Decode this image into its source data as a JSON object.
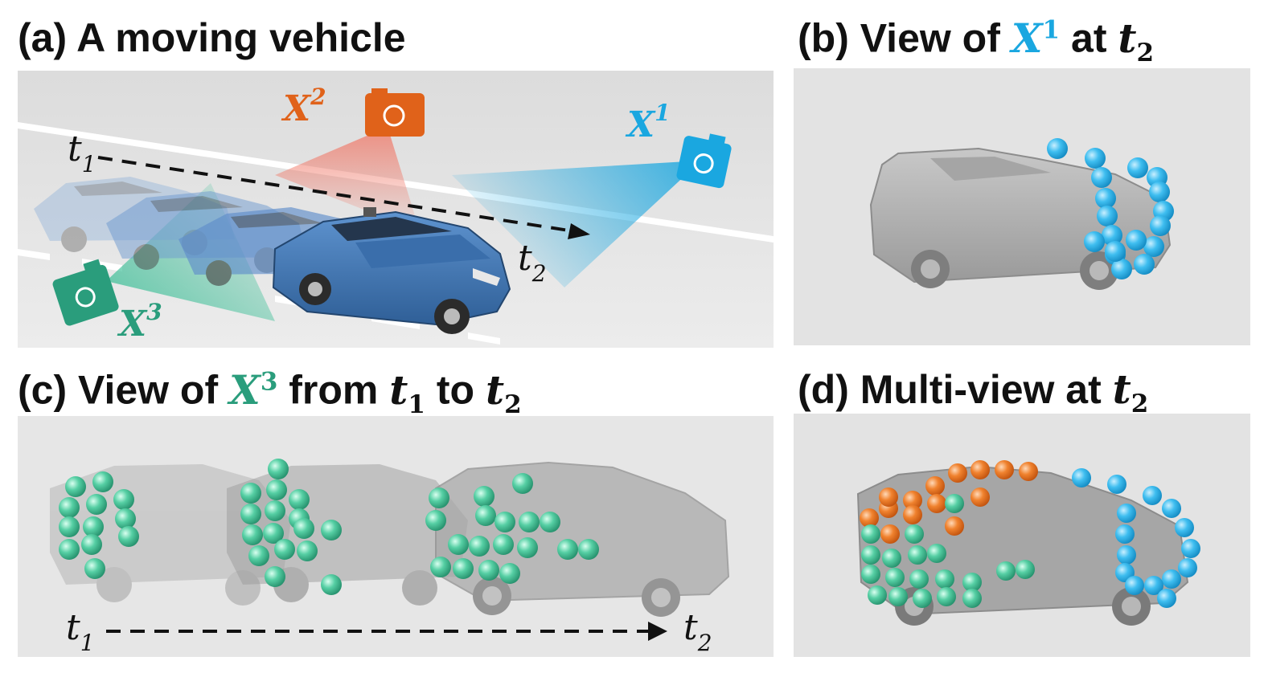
{
  "colors": {
    "cam1": "#1aa7e0",
    "cam2": "#e0621a",
    "cam3": "#2a9d7c",
    "car_blue": "#3f78b8",
    "car_gray": "#a9a9a9",
    "bg_gray": "#e6e6e6"
  },
  "panel_a": {
    "title_prefix": "(a) A moving vehicle",
    "cam1": {
      "letter": "X",
      "sup": "1"
    },
    "cam2": {
      "letter": "X",
      "sup": "2"
    },
    "cam3": {
      "letter": "X",
      "sup": "3"
    },
    "t1": {
      "letter": "t",
      "sub": "1"
    },
    "t2": {
      "letter": "t",
      "sub": "2"
    }
  },
  "panel_b": {
    "title_prefix": "(b) View of ",
    "cam": {
      "letter": "X",
      "sup": "1"
    },
    "title_mid": " at ",
    "time": {
      "letter": "t",
      "sub": "2"
    }
  },
  "panel_c": {
    "title_prefix": "(c) View of ",
    "cam": {
      "letter": "X",
      "sup": "3"
    },
    "title_mid": " from ",
    "t_from": {
      "letter": "t",
      "sub": "1"
    },
    "title_to": " to ",
    "t_to": {
      "letter": "t",
      "sub": "2"
    },
    "t1": {
      "letter": "t",
      "sub": "1"
    },
    "t2": {
      "letter": "t",
      "sub": "2"
    }
  },
  "panel_d": {
    "title_prefix": "(d) Multi-view at ",
    "time": {
      "letter": "t",
      "sub": "2"
    }
  }
}
